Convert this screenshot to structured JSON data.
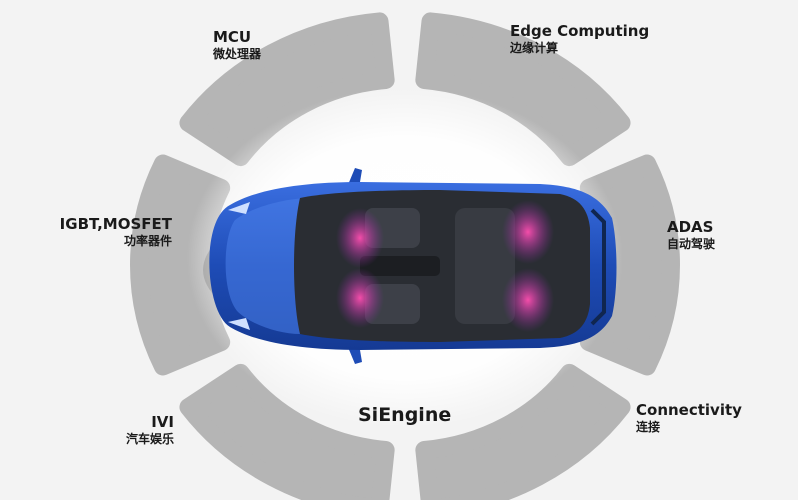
{
  "brand": "SiEngine",
  "segments": [
    {
      "en": "MCU",
      "zh": "微处理器"
    },
    {
      "en": "Edge Computing",
      "zh": "边缘计算"
    },
    {
      "en": "ADAS",
      "zh": "自动驾驶"
    },
    {
      "en": "Connectivity",
      "zh": "连接"
    },
    {
      "en": "IVI",
      "zh": "汽车娱乐"
    },
    {
      "en": "IGBT,MOSFET",
      "zh": "功率器件"
    }
  ],
  "colors": {
    "segment": "#b5b5b5",
    "car_body": "#1f4fb8",
    "glass": "#2a2d33",
    "sound": "#e2409a",
    "background": "#f3f3f3"
  }
}
